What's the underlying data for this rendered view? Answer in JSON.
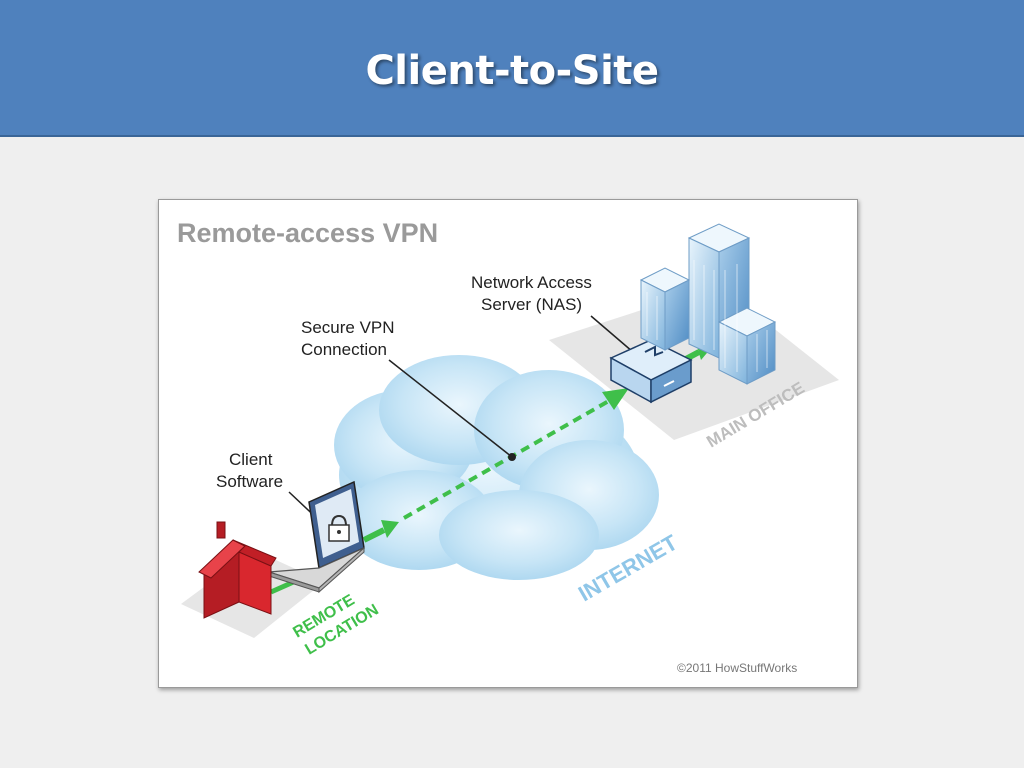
{
  "slide": {
    "title": "Client-to-Site"
  },
  "diagram": {
    "heading": "Remote-access VPN",
    "nas_label_line1": "Network Access",
    "nas_label_line2": "Server (NAS)",
    "vpn_label_line1": "Secure VPN",
    "vpn_label_line2": "Connection",
    "client_label_line1": "Client",
    "client_label_line2": "Software",
    "main_office_label": "MAIN OFFICE",
    "internet_label": "INTERNET",
    "remote_label_line1": "REMOTE",
    "remote_label_line2": "LOCATION",
    "copyright": "©2011 HowStuffWorks"
  },
  "colors": {
    "title_bar": "#4f81bd",
    "tunnel_green": "#3fbf4a",
    "house_red": "#d9272e",
    "cloud_blue": "#bfe0f3",
    "internet_text": "#8fc6e8",
    "remote_text": "#3fbf4a"
  }
}
